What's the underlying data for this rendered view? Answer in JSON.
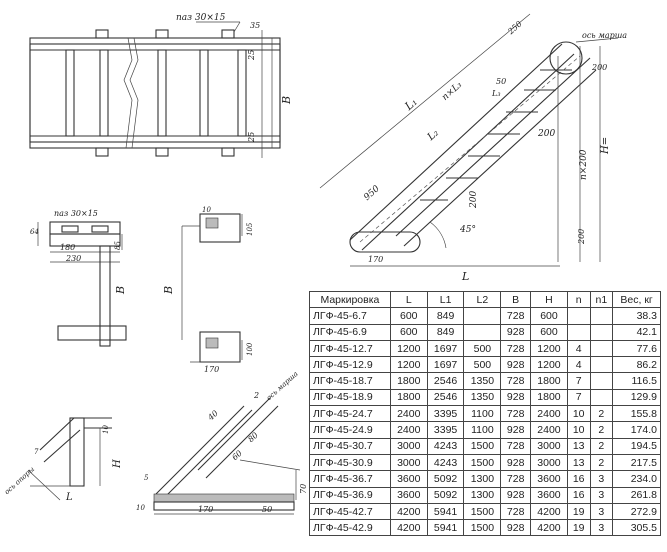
{
  "labels": {
    "groove_top": "паз 30×15",
    "groove_detail": "паз 30×15",
    "axis_label": "ось марша",
    "axis_label_2": "ось опоры",
    "axis_label_3": "ось марша",
    "B": "B",
    "B2": "B",
    "B3": "B",
    "H": "H",
    "H2": "H",
    "L": "L",
    "L1": "L₁",
    "L2": "L₂",
    "L3": "L₃",
    "dim_35": "35",
    "dim_25a": "25",
    "dim_25b": "25",
    "dim_85": "85",
    "dim_250": "250",
    "dim_200a": "200",
    "dim_200b": "200",
    "dim_200c": "200",
    "dim_950": "950",
    "dim_170a": "170",
    "dim_170b": "170",
    "dim_180": "180",
    "dim_230": "230",
    "dim_64": "64",
    "dim_105": "105",
    "dim_100": "100",
    "dim_10a": "10",
    "dim_10b": "10",
    "dim_50a": "50",
    "dim_50b": "50",
    "dim_60": "60",
    "dim_70": "70",
    "dim_80": "80",
    "dim_5": "5",
    "dim_45": "45°",
    "dim_n200": "n×200",
    "dim_nL3": "n×L₃",
    "dim_H": "H="
  },
  "table": {
    "headers": [
      "Маркировка",
      "L",
      "L1",
      "L2",
      "B",
      "H",
      "n",
      "n1",
      "Вес, кг"
    ],
    "rows": [
      [
        "ЛГФ-45-6.7",
        "600",
        "849",
        "",
        "728",
        "600",
        "",
        "",
        "38.3"
      ],
      [
        "ЛГФ-45-6.9",
        "600",
        "849",
        "",
        "928",
        "600",
        "",
        "",
        "42.1"
      ],
      [
        "ЛГФ-45-12.7",
        "1200",
        "1697",
        "500",
        "728",
        "1200",
        "4",
        "",
        "77.6"
      ],
      [
        "ЛГФ-45-12.9",
        "1200",
        "1697",
        "500",
        "928",
        "1200",
        "4",
        "",
        "86.2"
      ],
      [
        "ЛГФ-45-18.7",
        "1800",
        "2546",
        "1350",
        "728",
        "1800",
        "7",
        "",
        "116.5"
      ],
      [
        "ЛГФ-45-18.9",
        "1800",
        "2546",
        "1350",
        "928",
        "1800",
        "7",
        "",
        "129.9"
      ],
      [
        "ЛГФ-45-24.7",
        "2400",
        "3395",
        "1100",
        "728",
        "2400",
        "10",
        "2",
        "155.8"
      ],
      [
        "ЛГФ-45-24.9",
        "2400",
        "3395",
        "1100",
        "928",
        "2400",
        "10",
        "2",
        "174.0"
      ],
      [
        "ЛГФ-45-30.7",
        "3000",
        "4243",
        "1500",
        "728",
        "3000",
        "13",
        "2",
        "194.5"
      ],
      [
        "ЛГФ-45-30.9",
        "3000",
        "4243",
        "1500",
        "928",
        "3000",
        "13",
        "2",
        "217.5"
      ],
      [
        "ЛГФ-45-36.7",
        "3600",
        "5092",
        "1300",
        "728",
        "3600",
        "16",
        "3",
        "234.0"
      ],
      [
        "ЛГФ-45-36.9",
        "3600",
        "5092",
        "1300",
        "928",
        "3600",
        "16",
        "3",
        "261.8"
      ],
      [
        "ЛГФ-45-42.7",
        "4200",
        "5941",
        "1500",
        "728",
        "4200",
        "19",
        "3",
        "272.9"
      ],
      [
        "ЛГФ-45-42.9",
        "4200",
        "5941",
        "1500",
        "928",
        "4200",
        "19",
        "3",
        "305.5"
      ]
    ]
  }
}
